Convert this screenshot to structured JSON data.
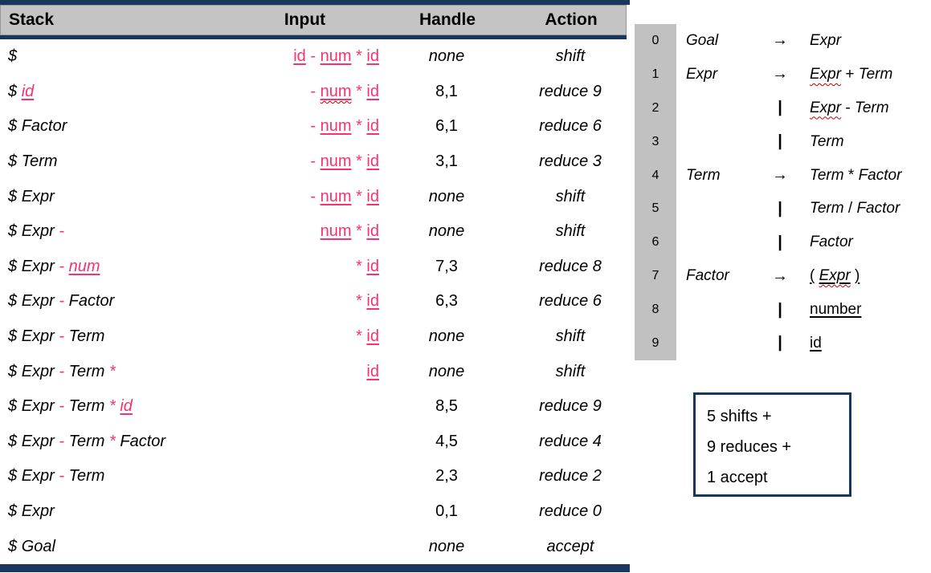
{
  "colors": {
    "navy": "#17375e",
    "pink": "#f7326f",
    "header_gray": "#c4c4c4",
    "number_strip_gray": "#c1c1c1",
    "squiggle_red": "#c00000",
    "text": "#000000",
    "background": "#ffffff"
  },
  "table": {
    "columns": [
      "Stack",
      "Input",
      "Handle",
      "Action"
    ],
    "rows": [
      {
        "stack": [
          {
            "t": "$",
            "s": "p"
          }
        ],
        "input": [
          {
            "t": "id",
            "s": "tu"
          },
          {
            "t": "-",
            "s": "t"
          },
          {
            "t": "num",
            "s": "tu"
          },
          {
            "t": "*",
            "s": "t"
          },
          {
            "t": "id",
            "s": "tu"
          }
        ],
        "handle": "none",
        "action": "shift"
      },
      {
        "stack": [
          {
            "t": "$",
            "s": "p"
          },
          {
            "t": "id",
            "s": "tu"
          }
        ],
        "input": [
          {
            "t": "-",
            "s": "t"
          },
          {
            "t": "num",
            "s": "tuq"
          },
          {
            "t": "*",
            "s": "t"
          },
          {
            "t": "id",
            "s": "tu"
          }
        ],
        "handle": "8,1",
        "action": "reduce 9"
      },
      {
        "stack": [
          {
            "t": "$",
            "s": "p"
          },
          {
            "t": "Factor",
            "s": "p"
          }
        ],
        "input": [
          {
            "t": "-",
            "s": "t"
          },
          {
            "t": "num",
            "s": "tu"
          },
          {
            "t": "*",
            "s": "t"
          },
          {
            "t": "id",
            "s": "tu"
          }
        ],
        "handle": "6,1",
        "action": "reduce 6"
      },
      {
        "stack": [
          {
            "t": "$",
            "s": "p"
          },
          {
            "t": "Term",
            "s": "p"
          }
        ],
        "input": [
          {
            "t": "-",
            "s": "t"
          },
          {
            "t": "num",
            "s": "tu"
          },
          {
            "t": "*",
            "s": "t"
          },
          {
            "t": "id",
            "s": "tu"
          }
        ],
        "handle": "3,1",
        "action": "reduce 3"
      },
      {
        "stack": [
          {
            "t": "$",
            "s": "p"
          },
          {
            "t": "Expr",
            "s": "p"
          }
        ],
        "input": [
          {
            "t": "-",
            "s": "t"
          },
          {
            "t": "num",
            "s": "tu"
          },
          {
            "t": "*",
            "s": "t"
          },
          {
            "t": "id",
            "s": "tu"
          }
        ],
        "handle": "none",
        "action": "shift"
      },
      {
        "stack": [
          {
            "t": "$",
            "s": "p"
          },
          {
            "t": "Expr",
            "s": "p"
          },
          {
            "t": "-",
            "s": "t"
          }
        ],
        "input": [
          {
            "t": "num",
            "s": "tu"
          },
          {
            "t": "*",
            "s": "t"
          },
          {
            "t": "id",
            "s": "tu"
          }
        ],
        "handle": "none",
        "action": "shift"
      },
      {
        "stack": [
          {
            "t": "$",
            "s": "p"
          },
          {
            "t": "Expr",
            "s": "p"
          },
          {
            "t": "-",
            "s": "t"
          },
          {
            "t": "num",
            "s": "tu"
          }
        ],
        "input": [
          {
            "t": "*",
            "s": "t"
          },
          {
            "t": "id",
            "s": "tu"
          }
        ],
        "handle": "7,3",
        "action": "reduce 8"
      },
      {
        "stack": [
          {
            "t": "$",
            "s": "p"
          },
          {
            "t": "Expr",
            "s": "p"
          },
          {
            "t": "-",
            "s": "t"
          },
          {
            "t": "Factor",
            "s": "p"
          }
        ],
        "input": [
          {
            "t": "*",
            "s": "t"
          },
          {
            "t": "id",
            "s": "tu"
          }
        ],
        "handle": "6,3",
        "action": "reduce 6"
      },
      {
        "stack": [
          {
            "t": "$",
            "s": "p"
          },
          {
            "t": "Expr",
            "s": "p"
          },
          {
            "t": "-",
            "s": "t"
          },
          {
            "t": "Term",
            "s": "p"
          }
        ],
        "input": [
          {
            "t": "*",
            "s": "t"
          },
          {
            "t": "id",
            "s": "tu"
          }
        ],
        "handle": "none",
        "action": "shift"
      },
      {
        "stack": [
          {
            "t": "$",
            "s": "p"
          },
          {
            "t": "Expr",
            "s": "p"
          },
          {
            "t": "-",
            "s": "t"
          },
          {
            "t": "Term",
            "s": "p"
          },
          {
            "t": "*",
            "s": "t"
          }
        ],
        "input": [
          {
            "t": "id",
            "s": "tu"
          }
        ],
        "handle": "none",
        "action": "shift"
      },
      {
        "stack": [
          {
            "t": "$",
            "s": "p"
          },
          {
            "t": "Expr",
            "s": "p"
          },
          {
            "t": "-",
            "s": "t"
          },
          {
            "t": "Term",
            "s": "p"
          },
          {
            "t": "*",
            "s": "t"
          },
          {
            "t": "id",
            "s": "tu"
          }
        ],
        "input": [],
        "handle": "8,5",
        "action": "reduce 9"
      },
      {
        "stack": [
          {
            "t": "$",
            "s": "p"
          },
          {
            "t": "Expr",
            "s": "p"
          },
          {
            "t": "-",
            "s": "t"
          },
          {
            "t": "Term",
            "s": "p"
          },
          {
            "t": "*",
            "s": "t"
          },
          {
            "t": "Factor",
            "s": "p"
          }
        ],
        "input": [],
        "handle": "4,5",
        "action": "reduce 4"
      },
      {
        "stack": [
          {
            "t": "$",
            "s": "p"
          },
          {
            "t": "Expr",
            "s": "p"
          },
          {
            "t": "-",
            "s": "t"
          },
          {
            "t": "Term",
            "s": "p"
          }
        ],
        "input": [],
        "handle": "2,3",
        "action": "reduce 2"
      },
      {
        "stack": [
          {
            "t": "$",
            "s": "p"
          },
          {
            "t": "Expr",
            "s": "p"
          }
        ],
        "input": [],
        "handle": "0,1",
        "action": "reduce 0"
      },
      {
        "stack": [
          {
            "t": "$",
            "s": "p"
          },
          {
            "t": "Goal",
            "s": "p"
          }
        ],
        "input": [],
        "handle": "none",
        "action": "accept"
      }
    ]
  },
  "grammar": {
    "rules": [
      {
        "num": "0",
        "lhs": "Goal",
        "op": "→",
        "rhs": [
          {
            "t": "Expr",
            "s": "nt"
          }
        ]
      },
      {
        "num": "1",
        "lhs": "Expr",
        "op": "→",
        "rhs": [
          {
            "t": "Expr",
            "s": "ntq"
          },
          {
            "t": "+",
            "s": "pl"
          },
          {
            "t": "Term",
            "s": "nt"
          }
        ]
      },
      {
        "num": "2",
        "lhs": "",
        "op": "|",
        "rhs": [
          {
            "t": "Expr",
            "s": "ntq"
          },
          {
            "t": "-",
            "s": "pl"
          },
          {
            "t": "Term",
            "s": "nt"
          }
        ]
      },
      {
        "num": "3",
        "lhs": "",
        "op": "|",
        "rhs": [
          {
            "t": "Term",
            "s": "nt"
          }
        ]
      },
      {
        "num": "4",
        "lhs": "Term",
        "op": "→",
        "rhs": [
          {
            "t": "Term",
            "s": "nt"
          },
          {
            "t": "*",
            "s": "pl"
          },
          {
            "t": "Factor",
            "s": "nt"
          }
        ]
      },
      {
        "num": "5",
        "lhs": "",
        "op": "|",
        "rhs": [
          {
            "t": "Term",
            "s": "nt"
          },
          {
            "t": "/",
            "s": "pl"
          },
          {
            "t": "Factor",
            "s": "nt"
          }
        ]
      },
      {
        "num": "6",
        "lhs": "",
        "op": "|",
        "rhs": [
          {
            "t": "Factor",
            "s": "nt"
          }
        ]
      },
      {
        "num": "7",
        "lhs": "Factor",
        "op": "→",
        "rhs": [
          {
            "t": "(",
            "s": "btu"
          },
          {
            "t": "Expr",
            "s": "ntuq"
          },
          {
            "t": ")",
            "s": "btu"
          }
        ]
      },
      {
        "num": "8",
        "lhs": "",
        "op": "|",
        "rhs": [
          {
            "t": "number",
            "s": "btu"
          }
        ]
      },
      {
        "num": "9",
        "lhs": "",
        "op": "|",
        "rhs": [
          {
            "t": "id",
            "s": "btu"
          }
        ]
      }
    ]
  },
  "summary": {
    "lines": [
      "5 shifts +",
      "9 reduces +",
      "1 accept"
    ]
  }
}
